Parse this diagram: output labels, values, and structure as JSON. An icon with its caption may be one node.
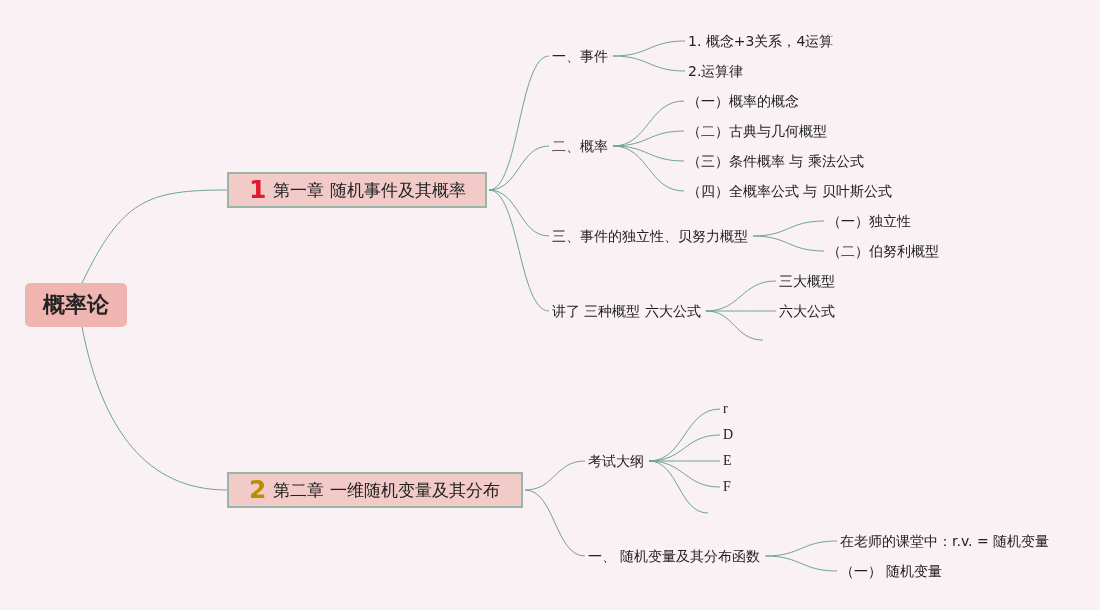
{
  "diagram": {
    "nodes": [
      {
        "text": [
          "概率论"
        ]
      },
      {
        "text": [
          "1",
          "第一章 随机事件及其概率"
        ]
      },
      {
        "text": [
          "一、事件"
        ]
      },
      {
        "text": [
          "1. 概念+3关系，4运算"
        ]
      },
      {
        "text": [
          "2.运算律"
        ]
      },
      {
        "text": [
          "二、概率"
        ]
      },
      {
        "text": [
          "（一）概率的概念"
        ]
      },
      {
        "text": [
          "（二）古典与几何概型"
        ]
      },
      {
        "text": [
          "（三）条件概率 与 乘法公式"
        ]
      },
      {
        "text": [
          "（四）全概率公式 与 贝叶斯公式"
        ]
      },
      {
        "text": [
          "三、事件的独立性、贝努力概型"
        ]
      },
      {
        "text": [
          "（一）独立性"
        ]
      },
      {
        "text": [
          "（二）伯努利概型"
        ]
      },
      {
        "text": [
          "讲了 三种概型 六大公式"
        ]
      },
      {
        "text": [
          "三大概型"
        ]
      },
      {
        "text": [
          "六大公式"
        ]
      },
      {
        "text": [
          "2",
          "第二章 一维随机变量及其分布"
        ]
      },
      {
        "text": [
          "考试大纲"
        ]
      },
      {
        "text": [
          "r"
        ]
      },
      {
        "text": [
          "D"
        ]
      },
      {
        "text": [
          "E"
        ]
      },
      {
        "text": [
          "F"
        ]
      },
      {
        "text": [
          "一、 随机变量及其分布函数"
        ]
      },
      {
        "text": [
          "在老师的课堂中：r.v. = 随机变量"
        ]
      },
      {
        "text": [
          "（一） 随机变量"
        ]
      }
    ],
    "edges": [
      {
        "from": 0,
        "to": 1,
        "arrow": "none"
      },
      {
        "from": 0,
        "to": 16,
        "arrow": "none"
      },
      {
        "from": 1,
        "to": 2,
        "arrow": "none"
      },
      {
        "from": 1,
        "to": 5,
        "arrow": "none"
      },
      {
        "from": 1,
        "to": 10,
        "arrow": "none"
      },
      {
        "from": 1,
        "to": 13,
        "arrow": "none"
      },
      {
        "from": 2,
        "to": 3,
        "arrow": "none"
      },
      {
        "from": 2,
        "to": 4,
        "arrow": "none"
      },
      {
        "from": 5,
        "to": 6,
        "arrow": "none"
      },
      {
        "from": 5,
        "to": 7,
        "arrow": "none"
      },
      {
        "from": 5,
        "to": 8,
        "arrow": "none"
      },
      {
        "from": 5,
        "to": 9,
        "arrow": "none"
      },
      {
        "from": 10,
        "to": 11,
        "arrow": "none"
      },
      {
        "from": 10,
        "to": 12,
        "arrow": "none"
      },
      {
        "from": 13,
        "to": 14,
        "arrow": "none"
      },
      {
        "from": 13,
        "to": 15,
        "arrow": "none"
      },
      {
        "from": 13,
        "to": null,
        "arrow": "none"
      },
      {
        "from": 16,
        "to": 17,
        "arrow": "none"
      },
      {
        "from": 16,
        "to": 22,
        "arrow": "none"
      },
      {
        "from": 17,
        "to": 18,
        "arrow": "none"
      },
      {
        "from": 17,
        "to": 19,
        "arrow": "none"
      },
      {
        "from": 17,
        "to": 20,
        "arrow": "none"
      },
      {
        "from": 17,
        "to": 21,
        "arrow": "none"
      },
      {
        "from": 17,
        "to": null,
        "arrow": "none"
      },
      {
        "from": 22,
        "to": 23,
        "arrow": "none"
      },
      {
        "from": 22,
        "to": 24,
        "arrow": "none"
      }
    ]
  }
}
